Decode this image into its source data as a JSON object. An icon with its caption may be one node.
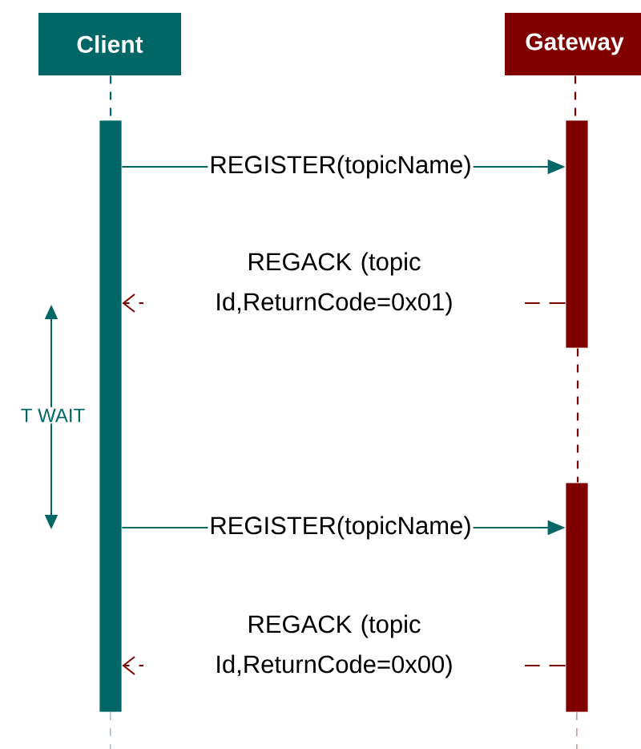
{
  "diagram": {
    "nodes": [
      {
        "text": [
          "Client"
        ]
      },
      {
        "text": [
          "Gateway"
        ]
      },
      {
        "text": [],
        "shape": "bar"
      },
      {
        "text": [],
        "shape": "bar"
      },
      {
        "text": [],
        "shape": "bar"
      }
    ],
    "edges": [
      {
        "from": 0,
        "to": 2,
        "arrow": "none",
        "style": "dashed",
        "color": "#006666"
      },
      {
        "from": 1,
        "to": 3,
        "arrow": "none",
        "style": "dashed"
      },
      {
        "from": 3,
        "to": 4,
        "arrow": "none",
        "style": "dashed"
      },
      {
        "from": 2,
        "to": 3,
        "arrow": "to",
        "label": "REGISTER(topicName)",
        "color": "#006666"
      },
      {
        "from": 3,
        "to": 2,
        "arrow": "to",
        "label": "REGACK (topic Id,ReturnCode=0x01)",
        "style": "dashed"
      },
      {
        "from": 2,
        "to": 4,
        "arrow": "to",
        "label": "REGISTER(topicName)",
        "color": "#006666"
      },
      {
        "from": 4,
        "to": 2,
        "arrow": "to",
        "label": "REGACK (topic Id,ReturnCode=0x00)",
        "style": "dashed"
      }
    ],
    "labels": [
      "T WAIT"
    ]
  }
}
